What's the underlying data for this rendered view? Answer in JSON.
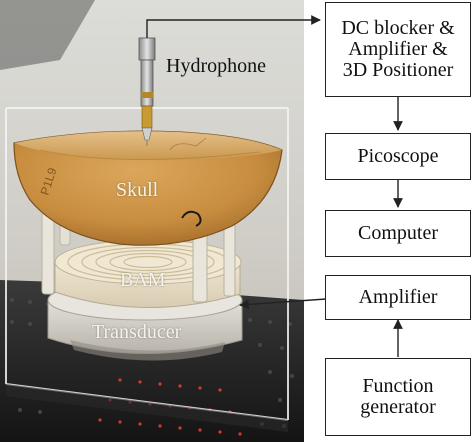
{
  "photo": {
    "hydrophone_label": "Hydrophone",
    "skull_label": "Skull",
    "skull_marking": "P1L9",
    "bam_label": "BAM",
    "transducer_label": "Transducer"
  },
  "blocks": {
    "dc_blocker": [
      "DC blocker &",
      "Amplifier &",
      "3D Positioner"
    ],
    "picoscope": "Picoscope",
    "computer": "Computer",
    "amplifier": "Amplifier",
    "function_generator": [
      "Function",
      "generator"
    ]
  }
}
